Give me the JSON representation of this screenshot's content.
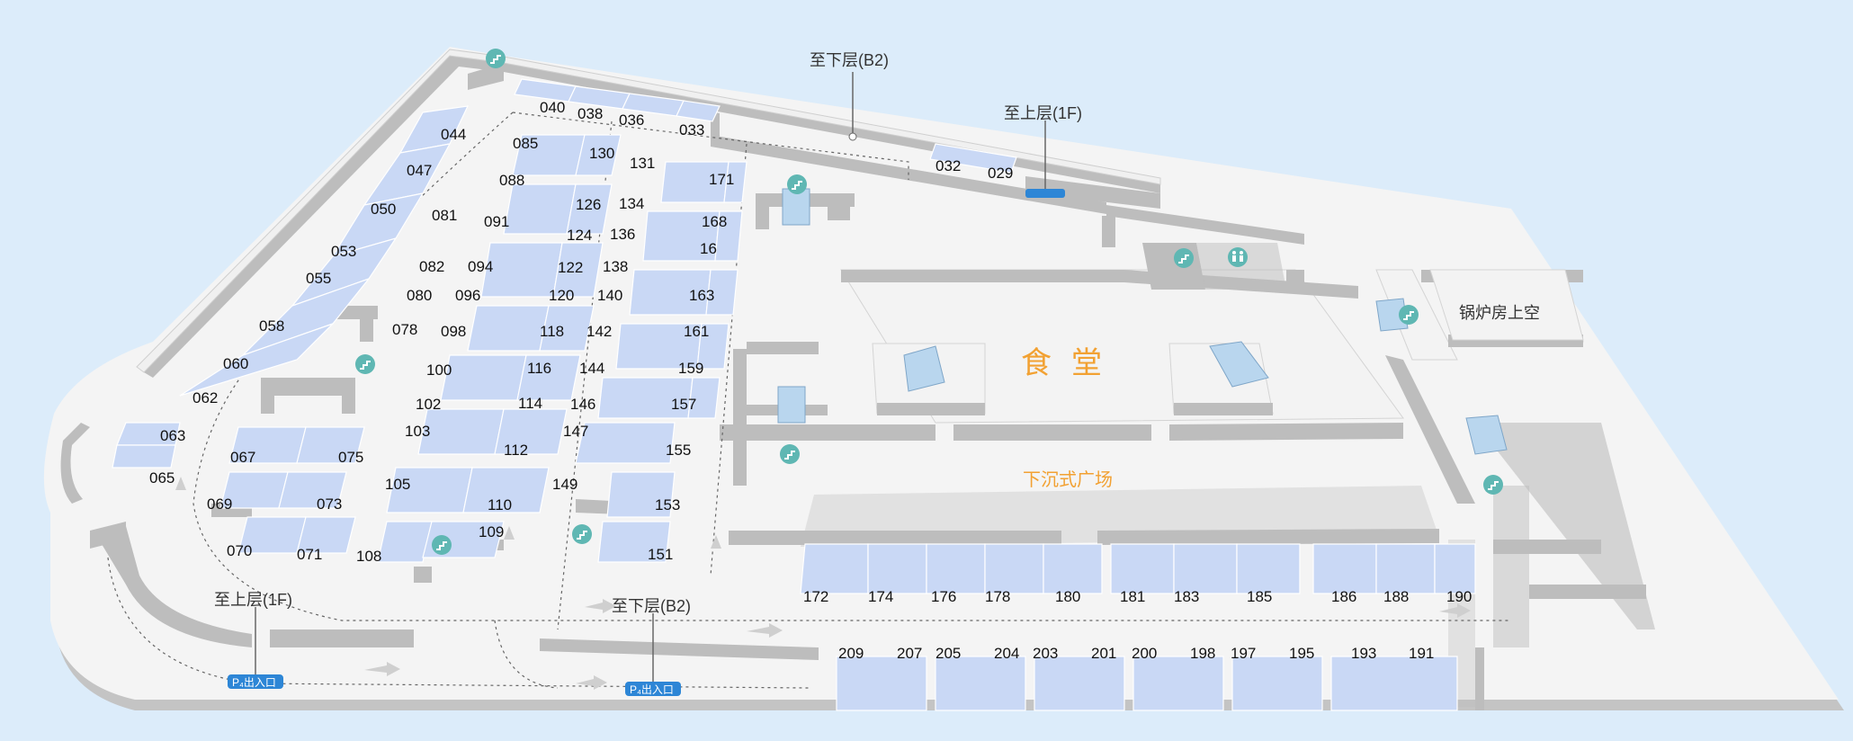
{
  "map": {
    "canteen_label": "食堂",
    "sunken_plaza_label": "下沉式广场",
    "boiler_room_label": "锅炉房上空",
    "callouts": [
      {
        "id": "to-b2-top",
        "label": "至下层(B2)"
      },
      {
        "id": "to-1f-top",
        "label": "至上层(1F)"
      },
      {
        "id": "to-1f-left",
        "label": "至上层(1F)"
      },
      {
        "id": "to-b2-bottom",
        "label": "至下层(B2)"
      }
    ],
    "ramp_sign_label": "P₄出入口",
    "parking_spots": [
      "040",
      "038",
      "036",
      "033",
      "032",
      "029",
      "044",
      "047",
      "050",
      "053",
      "055",
      "058",
      "060",
      "062",
      "063",
      "065",
      "067",
      "075",
      "069",
      "073",
      "070",
      "071",
      "085",
      "130",
      "088",
      "126",
      "131",
      "171",
      "134",
      "168",
      "081",
      "091",
      "124",
      "136",
      "16",
      "082",
      "094",
      "122",
      "138",
      "080",
      "096",
      "120",
      "140",
      "163",
      "078",
      "098",
      "118",
      "142",
      "161",
      "100",
      "116",
      "144",
      "159",
      "102",
      "114",
      "146",
      "157",
      "103",
      "112",
      "147",
      "155",
      "105",
      "110",
      "149",
      "153",
      "108",
      "109",
      "151",
      "172",
      "174",
      "176",
      "178",
      "180",
      "181",
      "183",
      "185",
      "186",
      "188",
      "190",
      "209",
      "207",
      "205",
      "204",
      "203",
      "201",
      "200",
      "198",
      "197",
      "195",
      "193",
      "191"
    ],
    "icons": [
      "stairs-icon",
      "stairs-icon",
      "stairs-icon",
      "stairs-icon",
      "stairs-icon",
      "stairs-icon",
      "stairs-icon",
      "stairs-icon",
      "stairs-icon",
      "restroom-icon",
      "elevator-icon",
      "elevator-icon",
      "elevator-icon",
      "elevator-icon",
      "elevator-icon",
      "elevator-icon"
    ],
    "colors": {
      "background": "#dcecfa",
      "floor": "#f4f4f4",
      "parking_spot": "#c9d8f5",
      "icon": "#5fb7b3",
      "accent_label": "#f2a132",
      "ramp_sign": "#2d86d6"
    }
  }
}
